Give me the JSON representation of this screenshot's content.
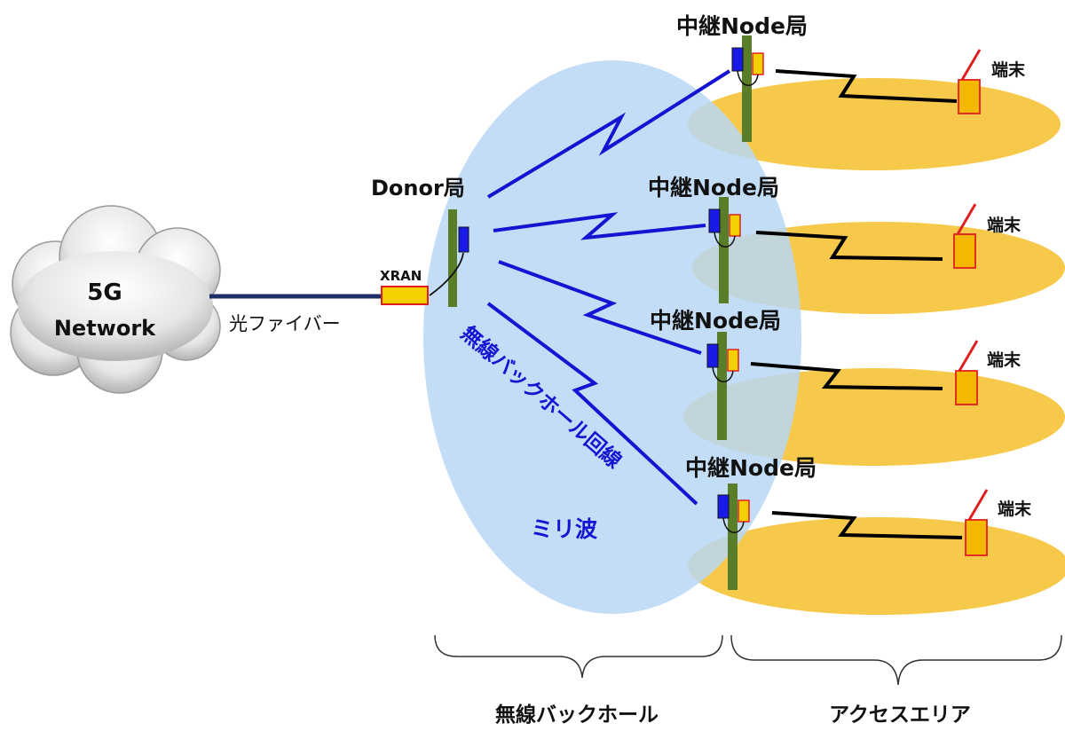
{
  "network": {
    "line1": "5G",
    "line2": "Network"
  },
  "fiber_label": "光ファイバー",
  "xran_label": "XRAN",
  "donor_label": "Donor局",
  "relay_label": "中継Node局",
  "terminal_label": "端末",
  "backhaul_line_label": "無線バックホール回線",
  "mmwave_label": "ミリ波",
  "bottom": {
    "backhaul": "無線バックホール",
    "access": "アクセスエリア"
  },
  "colors": {
    "backhaul_zone": "#b9d7f5",
    "access_area": "#f6c02a",
    "link": "#1414d2",
    "fiber": "#1c2d68",
    "tower": "#5a7d2a",
    "antenna_blue": "#1a1ae6",
    "unit_yellow": "#f5d000",
    "unit_outline": "#e02020",
    "terminal_fill": "#f5b800",
    "terminal_antenna": "#e02020"
  }
}
